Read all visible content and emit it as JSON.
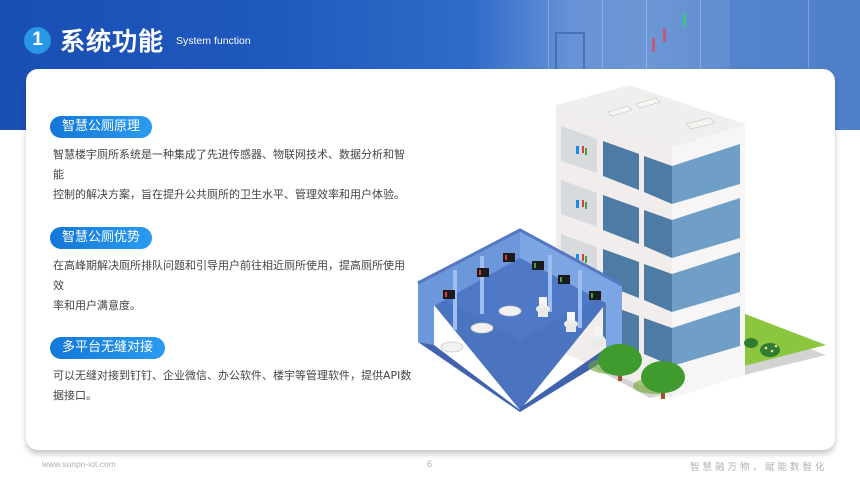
{
  "header": {
    "section_number": "1",
    "title": "系统功能",
    "subtitle": "System function"
  },
  "sections": [
    {
      "label": "智慧公厕原理",
      "lines": [
        "智慧楼宇厕所系统是一种集成了先进传感器、物联网技术、数据分析和智能",
        "控制的解决方案，旨在提升公共厕所的卫生水平、管理效率和用户体验。"
      ]
    },
    {
      "label": "智慧公厕优势",
      "lines": [
        "在高峰期解决厕所排队问题和引导用户前往相近厕所使用，提高厕所使用效",
        "率和用户满意度。"
      ]
    },
    {
      "label": "多平台无缝对接",
      "lines": [
        "可以无缝对接到钉钉、企业微信、办公软件、楼宇等管理软件，提供API数",
        "据接口。"
      ]
    }
  ],
  "illustration": {
    "icon": "smart-building-restroom-illustration",
    "colors": {
      "building_wall": "#f3f0f0",
      "window_front": "#4d7ba3",
      "window_side": "#6f9fc6",
      "room_floor": "#4a73c0",
      "room_wall": "#7ba5e3",
      "grass": "#8cc63f",
      "tree": "#3f9b2e",
      "status_occupied": "#e53935",
      "status_free": "#43a047"
    }
  },
  "footer": {
    "url": "www.sunpn-iot.com",
    "page": "6",
    "slogan": "智慧融万物，赋能数智化"
  },
  "colors": {
    "header_blue": "#1f58bd",
    "badge_blue": "#2a97e6",
    "pill_start": "#1477d8",
    "pill_end": "#2a9bf0",
    "body_text": "#444444",
    "footer_text": "#b0b0b0"
  }
}
